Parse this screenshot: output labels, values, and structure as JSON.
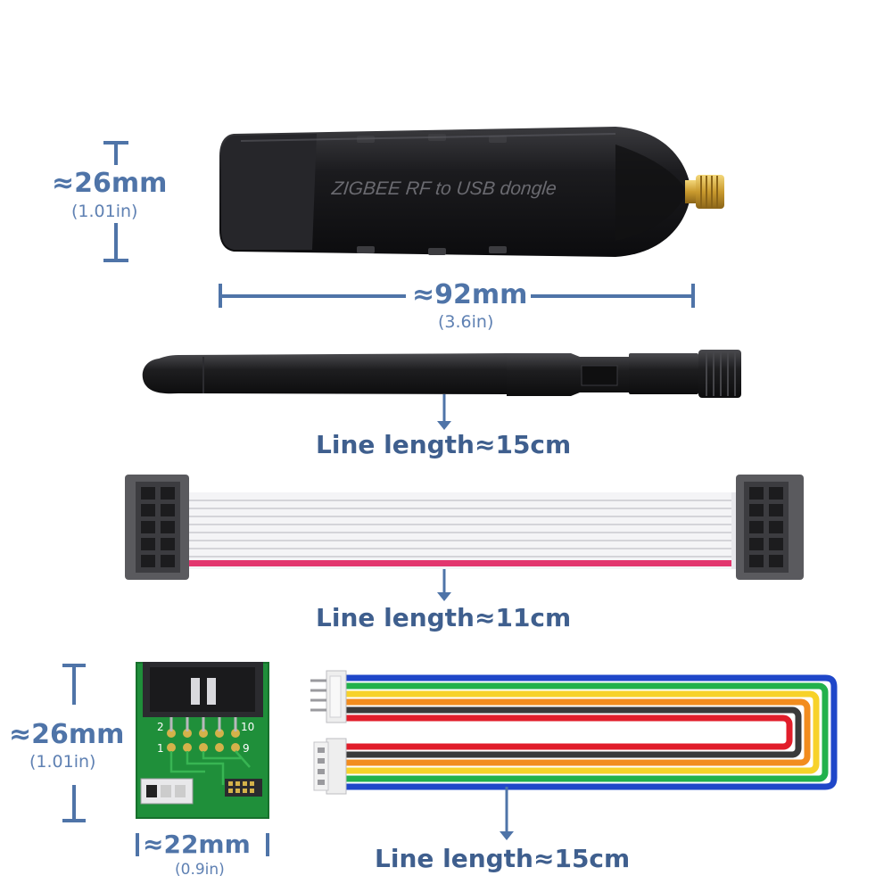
{
  "dongle": {
    "label": "ZIGBEE RF to USB dongle",
    "height_dim": {
      "value": "≈26mm",
      "sub": "(1.01in)"
    },
    "width_dim": {
      "value": "≈92mm",
      "sub": "(3.6in)"
    }
  },
  "antenna": {
    "line_length": "Line length≈15cm"
  },
  "ribbon_cable": {
    "line_length": "Line length≈11cm"
  },
  "adapter_board": {
    "height_dim": {
      "value": "≈26mm",
      "sub": "(1.01in)"
    },
    "width_dim": {
      "value": "≈22mm",
      "sub": "(0.9in)"
    },
    "pin_labels": {
      "p2": "2",
      "p10": "10",
      "p1": "1",
      "p9": "9"
    }
  },
  "jumper_cable": {
    "line_length": "Line length≈15cm"
  },
  "colors": {
    "dimension": "#4f74a8",
    "cable_red": "#e11d2a",
    "board_green": "#1f8f3a"
  }
}
